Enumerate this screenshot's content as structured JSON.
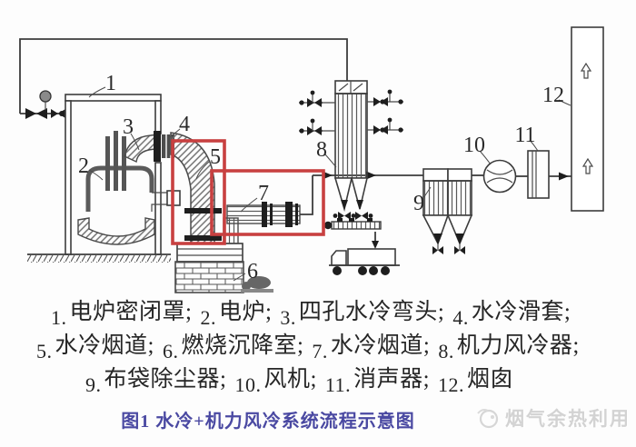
{
  "figure": {
    "caption": "图1 水冷+机力风冷系统流程示意图",
    "watermark": "烟气余热利用"
  },
  "diagram": {
    "labels": [
      "1",
      "2",
      "3",
      "4",
      "5",
      "6",
      "7",
      "8",
      "9",
      "10",
      "11",
      "12"
    ],
    "highlight_color": "#c84040",
    "line_color": "#3c3c3c"
  },
  "legend": {
    "rows": [
      {
        "items": [
          {
            "num": "1.",
            "label": "电炉密闭罩;"
          },
          {
            "num": "2.",
            "label": "电炉;"
          },
          {
            "num": "3.",
            "label": "四孔水冷弯头;"
          },
          {
            "num": "4.",
            "label": "水冷滑套;"
          }
        ]
      },
      {
        "items": [
          {
            "num": "5.",
            "label": "水冷烟道;"
          },
          {
            "num": "6.",
            "label": "燃烧沉降室;"
          },
          {
            "num": "7.",
            "label": "水冷烟道;"
          },
          {
            "num": "8.",
            "label": "机力风冷器;"
          }
        ]
      },
      {
        "items": [
          {
            "num": "9.",
            "label": "布袋除尘器;"
          },
          {
            "num": "10.",
            "label": "风机;"
          },
          {
            "num": "11.",
            "label": "消声器;"
          },
          {
            "num": "12.",
            "label": "烟囱"
          }
        ]
      }
    ]
  }
}
